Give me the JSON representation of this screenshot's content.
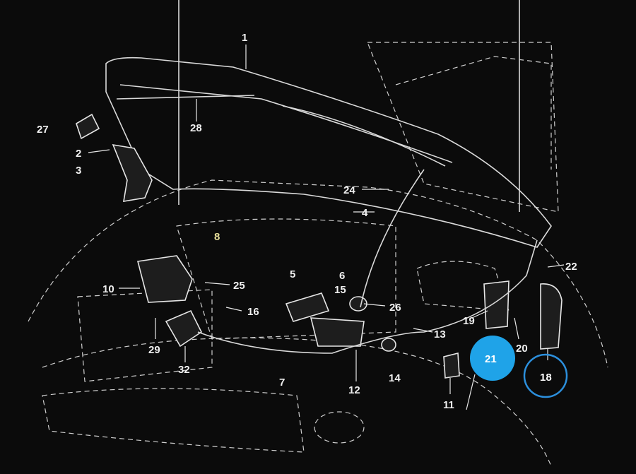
{
  "diagram": {
    "callouts": [
      {
        "id": "c1",
        "label": "1"
      },
      {
        "id": "c2",
        "label": "2"
      },
      {
        "id": "c3",
        "label": "3"
      },
      {
        "id": "c4",
        "label": "4"
      },
      {
        "id": "c5",
        "label": "5"
      },
      {
        "id": "c6",
        "label": "6"
      },
      {
        "id": "c7",
        "label": "7"
      },
      {
        "id": "c8",
        "label": "8"
      },
      {
        "id": "c10",
        "label": "10"
      },
      {
        "id": "c11",
        "label": "11"
      },
      {
        "id": "c12",
        "label": "12"
      },
      {
        "id": "c13",
        "label": "13"
      },
      {
        "id": "c14",
        "label": "14"
      },
      {
        "id": "c15",
        "label": "15"
      },
      {
        "id": "c16",
        "label": "16"
      },
      {
        "id": "c18",
        "label": "18"
      },
      {
        "id": "c19",
        "label": "19"
      },
      {
        "id": "c20",
        "label": "20"
      },
      {
        "id": "c21",
        "label": "21"
      },
      {
        "id": "c22",
        "label": "22"
      },
      {
        "id": "c24",
        "label": "24"
      },
      {
        "id": "c25",
        "label": "25"
      },
      {
        "id": "c26",
        "label": "26"
      },
      {
        "id": "c27",
        "label": "27"
      },
      {
        "id": "c28",
        "label": "28"
      },
      {
        "id": "c29",
        "label": "29"
      },
      {
        "id": "c32",
        "label": "32"
      }
    ],
    "highlights": {
      "filled": {
        "label": "21",
        "color": "#1fa3e8"
      },
      "outlined": {
        "label": "18",
        "color": "#2c8fdc"
      }
    },
    "colors": {
      "background": "#0b0b0b",
      "line": "#d9d9d9",
      "accent": "#1fa3e8"
    }
  }
}
